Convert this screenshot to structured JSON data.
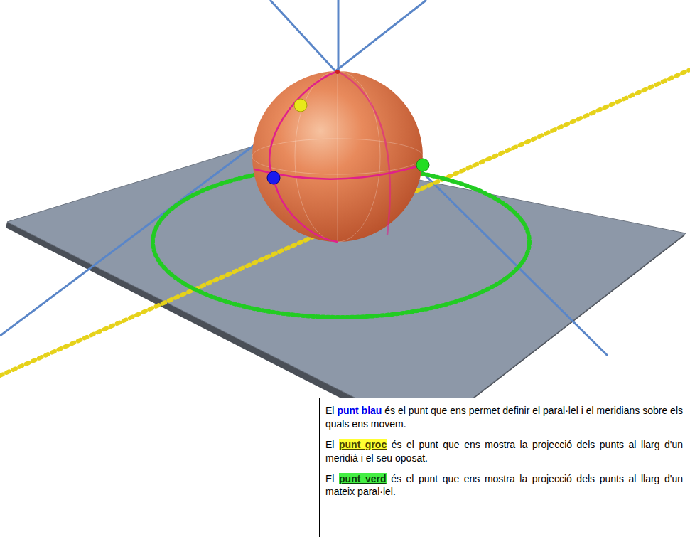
{
  "diagram": {
    "nodes": [
      {
        "text": [
          "El",
          "punt blau",
          "és el punt que ens permet definir el paral·lel i el meridians sobre els quals ens movem.",
          "El",
          "punt groc",
          "és el punt que ens mostra la projecció dels punts al llarg d'un meridià i el seu oposat.",
          "El",
          "punt verd",
          "és el punt que ens mostra la projecció dels punts al llarg d'un mateix paral·lel."
        ]
      }
    ]
  }
}
